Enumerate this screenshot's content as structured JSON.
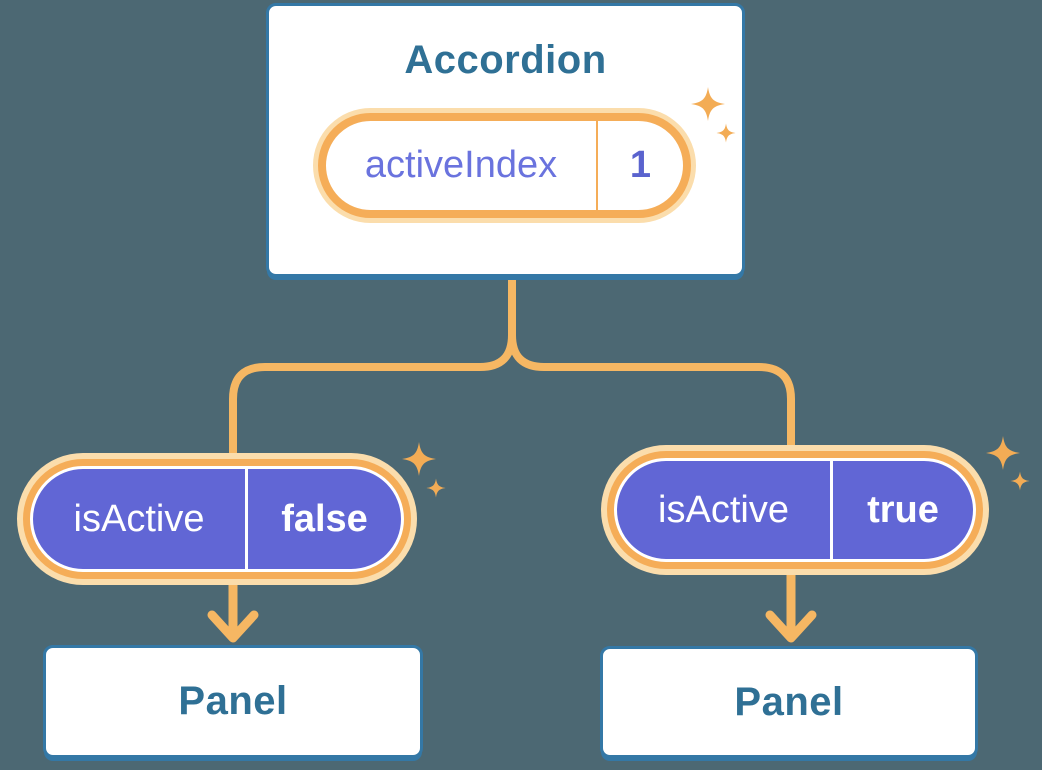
{
  "diagram": {
    "description": "Component tree diagram: Accordion holds activeIndex state and passes isActive props to two Panels",
    "background_color": "#4C6873",
    "palette": {
      "card_border_blue": "#3478A6",
      "card_fill": "#FFFFFF",
      "heading_text_blue": "#2F7095",
      "connector_orange": "#F6B763",
      "pill_ring_orange": "#F5AD58",
      "pill_halo_cream": "#FBDDAC",
      "sparkle_orange": "#F3AC55",
      "prop_pill_purple": "#6166D5",
      "prop_pill_text": "#FFFFFF",
      "state_label_purple": "#6A73DE",
      "state_value_indigo": "#5A63CE"
    },
    "icons": {
      "sparkle": "four-point-star",
      "arrow": "downward-arrow"
    }
  },
  "accordion": {
    "title": "Accordion",
    "state_pill": {
      "label": "activeIndex",
      "value": "1"
    }
  },
  "children": [
    {
      "prop_pill": {
        "label": "isActive",
        "value": "false"
      },
      "panel": {
        "title": "Panel"
      }
    },
    {
      "prop_pill": {
        "label": "isActive",
        "value": "true"
      },
      "panel": {
        "title": "Panel"
      }
    }
  ]
}
